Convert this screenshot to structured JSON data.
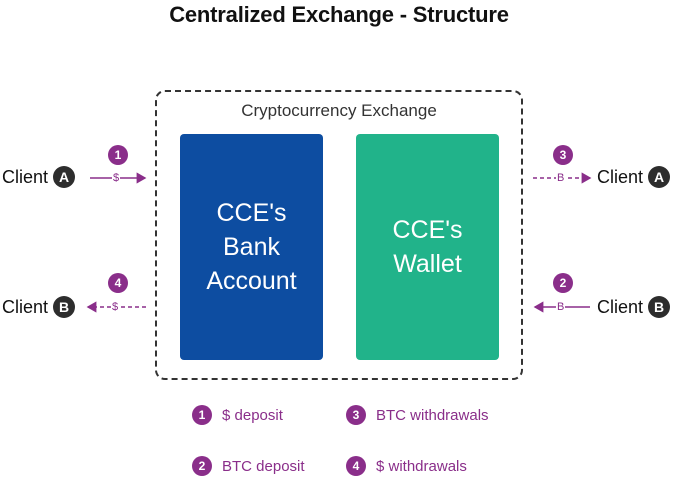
{
  "title": "Centralized Exchange - Structure",
  "exchange": {
    "label": "Cryptocurrency Exchange",
    "bank": {
      "lines": [
        "CCE's",
        "Bank",
        "Account"
      ],
      "color": "#0d4da1"
    },
    "wallet": {
      "lines": [
        "CCE's",
        "Wallet"
      ],
      "color": "#21b38a"
    }
  },
  "clients": {
    "left_top": {
      "label": "Client",
      "letter": "A"
    },
    "left_bottom": {
      "label": "Client",
      "letter": "B"
    },
    "right_top": {
      "label": "Client",
      "letter": "A"
    },
    "right_bottom": {
      "label": "Client",
      "letter": "B"
    }
  },
  "flows": {
    "f1": {
      "num": "1",
      "symbol": "$"
    },
    "f4": {
      "num": "4",
      "symbol": "$"
    },
    "f3": {
      "num": "3",
      "symbol": "B"
    },
    "f2": {
      "num": "2",
      "symbol": "B"
    }
  },
  "legend": [
    {
      "num": "1",
      "text": "$ deposit"
    },
    {
      "num": "3",
      "text": "BTC withdrawals"
    },
    {
      "num": "2",
      "text": "BTC deposit"
    },
    {
      "num": "4",
      "text": "$ withdrawals"
    }
  ],
  "colors": {
    "accent": "#8a2e8a",
    "dark": "#2d2d2d"
  }
}
